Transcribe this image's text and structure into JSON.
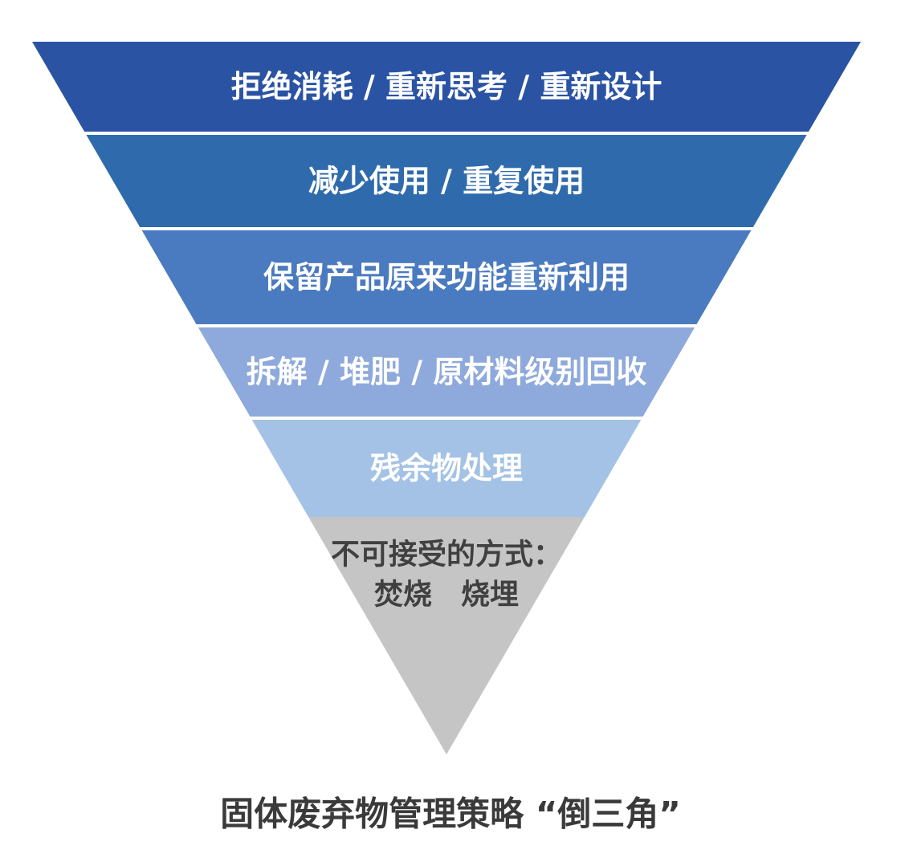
{
  "diagram": {
    "caption": "固体废弃物管理策略 “倒三角”",
    "caption_color": "#3A3A3A",
    "background_color": "#FFFFFF",
    "separator_color": "#FFFFFF",
    "bands": [
      {
        "label": "拒绝消耗 / 重新思考 / 重新设计",
        "color": "#2A53A3",
        "text_color": "#FFFFFF"
      },
      {
        "label": "减少使用 / 重复使用",
        "color": "#2F6BAC",
        "text_color": "#FFFFFF"
      },
      {
        "label": "保留产品原来功能重新利用",
        "color": "#4A7ABF",
        "text_color": "#FFFFFF"
      },
      {
        "label": "拆解 / 堆肥 / 原材料级别回收",
        "color": "#8EA9DC",
        "text_color": "#FFFFFF"
      },
      {
        "label": "残余物处理",
        "color": "#A4C2E5",
        "text_color": "#FFFFFF"
      },
      {
        "label": "不可接受的方式：焚烧　烧埋",
        "lines": [
          "不可接受的方式：",
          "焚烧　烧埋"
        ],
        "color": "#C5C5C6",
        "text_color": "#404040"
      }
    ]
  }
}
